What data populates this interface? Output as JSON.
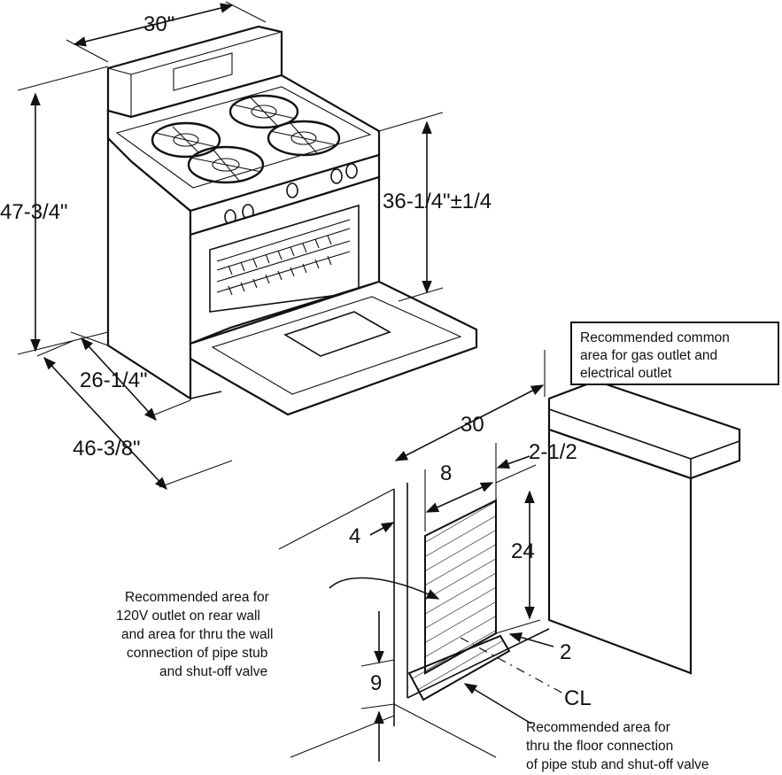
{
  "dimensions": {
    "range_width": "30\"",
    "range_height": "47-3/4\"",
    "cooktop_height": "36-1/4\"±1/4",
    "range_depth": "26-1/4\"",
    "door_open_depth": "46-3/8\"",
    "cutout_width": "30",
    "outlet_area_width": "8",
    "side_offset": "2-1/2",
    "wall_offset": "4",
    "outlet_area_height": "24",
    "floor_offset": "2",
    "floor_height": "9",
    "centerline_symbol": "CL"
  },
  "notes": {
    "common_area": [
      "Recommended common",
      "area for gas outlet and",
      "electrical outlet"
    ],
    "rear_wall": [
      "Recommended area for",
      "120V outlet on rear wall",
      "and area for thru the wall",
      "connection of pipe stub",
      "and shut-off valve"
    ],
    "floor": [
      "Recommended area for",
      "thru the floor connection",
      "of pipe stub and shut-off valve"
    ]
  }
}
